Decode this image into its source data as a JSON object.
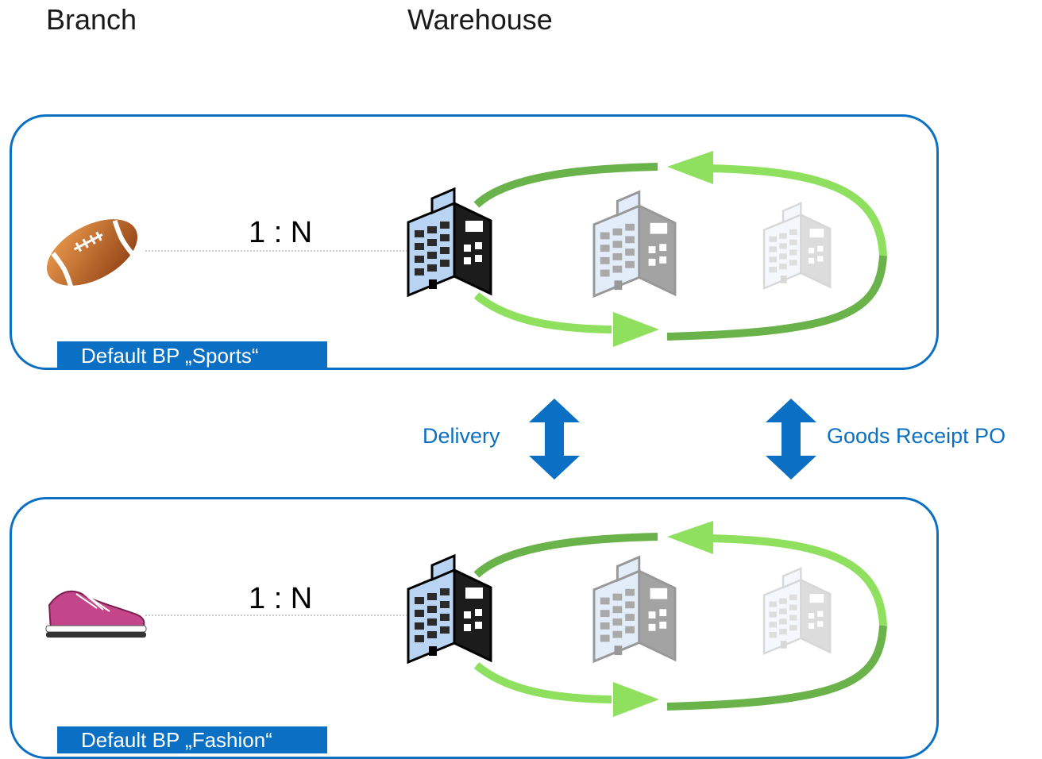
{
  "headings": {
    "branch": "Branch",
    "warehouse": "Warehouse"
  },
  "panels": [
    {
      "item": "football-icon",
      "ratio": "1 : N",
      "default_bp": "Default BP „Sports“"
    },
    {
      "item": "sneaker-icon",
      "ratio": "1 : N",
      "default_bp": "Default BP „Fashion“"
    }
  ],
  "transfers": {
    "left_label": "Delivery",
    "right_label": "Goods Receipt PO"
  },
  "colors": {
    "accent": "#0b6fc3",
    "arrow_dark": "#6ab24a",
    "arrow_light": "#90e060"
  }
}
